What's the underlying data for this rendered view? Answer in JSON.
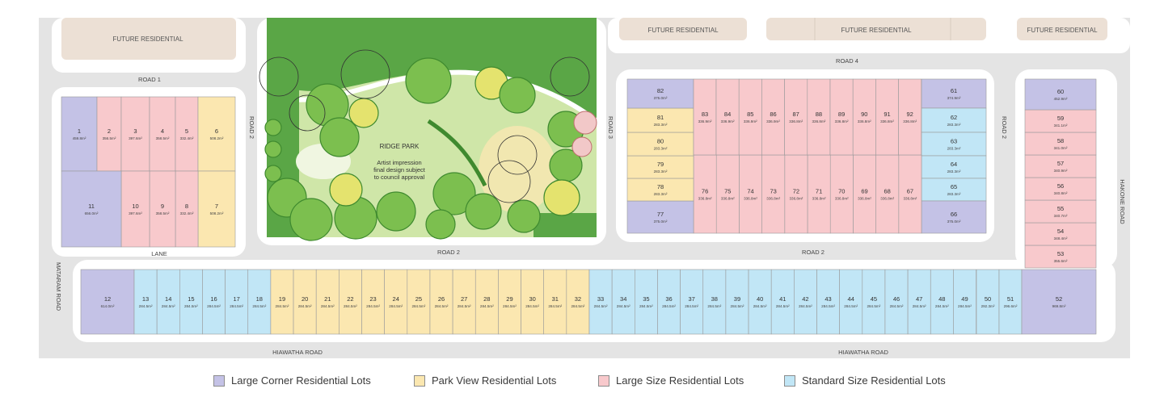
{
  "colors": {
    "large_corner": "#c4c2e6",
    "park_view": "#fbe7b0",
    "large_size": "#f8c9cc",
    "standard": "#c1e6f6",
    "future": "#ece0d5",
    "road": "#e4e4e4",
    "verge": "#ffffff",
    "park": "#5aa646",
    "park_light": "#cfe6a8"
  },
  "labels": {
    "future_1": "FUTURE RESIDENTIAL",
    "future_2": "FUTURE RESIDENTIAL",
    "future_3": "FUTURE RESIDENTIAL",
    "future_4": "FUTURE RESIDENTIAL",
    "road1": "ROAD 1",
    "road2_left": "ROAD 2",
    "road2_bottom_a": "ROAD 2",
    "road2_bottom_b": "ROAD 2",
    "road2_right": "ROAD 2",
    "road3": "ROAD 3",
    "road4": "ROAD 4",
    "lane": "LANE",
    "mataram": "MATARAM ROAD",
    "hakone": "HAKONE ROAD",
    "hiawatha_a": "HIAWATHA ROAD",
    "hiawatha_b": "HIAWATHA ROAD",
    "park_name": "RIDGE PARK",
    "park_note_1": "Artist impression",
    "park_note_2": "final design subject",
    "park_note_3": "to council approval"
  },
  "lots": [
    {
      "n": "1",
      "area": "459.8m²",
      "type": "large_corner"
    },
    {
      "n": "2",
      "area": "356.5m²",
      "type": "large_size"
    },
    {
      "n": "3",
      "area": "397.6m²",
      "type": "large_size"
    },
    {
      "n": "4",
      "area": "358.5m²",
      "type": "large_size"
    },
    {
      "n": "5",
      "area": "332.4m²",
      "type": "large_size"
    },
    {
      "n": "6",
      "area": "508.2m²",
      "type": "park_view"
    },
    {
      "n": "7",
      "area": "508.2m²",
      "type": "park_view"
    },
    {
      "n": "8",
      "area": "332.4m²",
      "type": "large_size"
    },
    {
      "n": "9",
      "area": "358.5m²",
      "type": "large_size"
    },
    {
      "n": "10",
      "area": "397.6m²",
      "type": "large_size"
    },
    {
      "n": "11",
      "area": "656.0m²",
      "type": "large_corner"
    },
    {
      "n": "12",
      "area": "614.0m²",
      "type": "large_corner"
    },
    {
      "n": "13",
      "area": "284.5m²",
      "type": "standard"
    },
    {
      "n": "14",
      "area": "284.5m²",
      "type": "standard"
    },
    {
      "n": "15",
      "area": "284.5m²",
      "type": "standard"
    },
    {
      "n": "16",
      "area": "284.5m²",
      "type": "standard"
    },
    {
      "n": "17",
      "area": "284.5m²",
      "type": "standard"
    },
    {
      "n": "18",
      "area": "284.5m²",
      "type": "standard"
    },
    {
      "n": "19",
      "area": "284.5m²",
      "type": "park_view"
    },
    {
      "n": "20",
      "area": "284.5m²",
      "type": "park_view"
    },
    {
      "n": "21",
      "area": "284.5m²",
      "type": "park_view"
    },
    {
      "n": "22",
      "area": "284.5m²",
      "type": "park_view"
    },
    {
      "n": "23",
      "area": "284.5m²",
      "type": "park_view"
    },
    {
      "n": "24",
      "area": "284.5m²",
      "type": "park_view"
    },
    {
      "n": "25",
      "area": "284.5m²",
      "type": "park_view"
    },
    {
      "n": "26",
      "area": "284.5m²",
      "type": "park_view"
    },
    {
      "n": "27",
      "area": "284.5m²",
      "type": "park_view"
    },
    {
      "n": "28",
      "area": "284.5m²",
      "type": "park_view"
    },
    {
      "n": "29",
      "area": "284.5m²",
      "type": "park_view"
    },
    {
      "n": "30",
      "area": "284.5m²",
      "type": "park_view"
    },
    {
      "n": "31",
      "area": "284.5m²",
      "type": "park_view"
    },
    {
      "n": "32",
      "area": "284.5m²",
      "type": "park_view"
    },
    {
      "n": "33",
      "area": "284.5m²",
      "type": "standard"
    },
    {
      "n": "34",
      "area": "284.5m²",
      "type": "standard"
    },
    {
      "n": "35",
      "area": "284.5m²",
      "type": "standard"
    },
    {
      "n": "36",
      "area": "284.5m²",
      "type": "standard"
    },
    {
      "n": "37",
      "area": "284.5m²",
      "type": "standard"
    },
    {
      "n": "38",
      "area": "284.5m²",
      "type": "standard"
    },
    {
      "n": "39",
      "area": "284.5m²",
      "type": "standard"
    },
    {
      "n": "40",
      "area": "284.5m²",
      "type": "standard"
    },
    {
      "n": "41",
      "area": "284.5m²",
      "type": "standard"
    },
    {
      "n": "42",
      "area": "284.5m²",
      "type": "standard"
    },
    {
      "n": "43",
      "area": "284.5m²",
      "type": "standard"
    },
    {
      "n": "44",
      "area": "284.5m²",
      "type": "standard"
    },
    {
      "n": "45",
      "area": "284.5m²",
      "type": "standard"
    },
    {
      "n": "46",
      "area": "284.5m²",
      "type": "standard"
    },
    {
      "n": "47",
      "area": "284.5m²",
      "type": "standard"
    },
    {
      "n": "48",
      "area": "284.5m²",
      "type": "standard"
    },
    {
      "n": "49",
      "area": "284.5m²",
      "type": "standard"
    },
    {
      "n": "50",
      "area": "292.3m²",
      "type": "standard"
    },
    {
      "n": "51",
      "area": "296.6m²",
      "type": "standard"
    },
    {
      "n": "52",
      "area": "969.8m²",
      "type": "large_corner"
    },
    {
      "n": "53",
      "area": "355.6m²",
      "type": "large_size"
    },
    {
      "n": "54",
      "area": "348.4m²",
      "type": "large_size"
    },
    {
      "n": "55",
      "area": "340.7m²",
      "type": "large_size"
    },
    {
      "n": "56",
      "area": "340.8m²",
      "type": "large_size"
    },
    {
      "n": "57",
      "area": "340.9m²",
      "type": "large_size"
    },
    {
      "n": "58",
      "area": "341.0m²",
      "type": "large_size"
    },
    {
      "n": "59",
      "area": "341.1m²",
      "type": "large_size"
    },
    {
      "n": "60",
      "area": "452.9m²",
      "type": "large_corner"
    },
    {
      "n": "61",
      "area": "374.9m²",
      "type": "large_corner"
    },
    {
      "n": "62",
      "area": "283.3m²",
      "type": "standard"
    },
    {
      "n": "63",
      "area": "283.3m²",
      "type": "standard"
    },
    {
      "n": "64",
      "area": "283.3m²",
      "type": "standard"
    },
    {
      "n": "65",
      "area": "283.3m²",
      "type": "standard"
    },
    {
      "n": "66",
      "area": "375.0m²",
      "type": "large_corner"
    },
    {
      "n": "67",
      "area": "336.8m²",
      "type": "large_size"
    },
    {
      "n": "68",
      "area": "336.8m²",
      "type": "large_size"
    },
    {
      "n": "69",
      "area": "336.8m²",
      "type": "large_size"
    },
    {
      "n": "70",
      "area": "336.8m²",
      "type": "large_size"
    },
    {
      "n": "71",
      "area": "336.8m²",
      "type": "large_size"
    },
    {
      "n": "72",
      "area": "336.8m²",
      "type": "large_size"
    },
    {
      "n": "73",
      "area": "336.8m²",
      "type": "large_size"
    },
    {
      "n": "74",
      "area": "336.8m²",
      "type": "large_size"
    },
    {
      "n": "75",
      "area": "336.8m²",
      "type": "large_size"
    },
    {
      "n": "76",
      "area": "336.8m²",
      "type": "large_size"
    },
    {
      "n": "77",
      "area": "375.0m²",
      "type": "large_corner"
    },
    {
      "n": "78",
      "area": "283.3m²",
      "type": "park_view"
    },
    {
      "n": "79",
      "area": "283.3m²",
      "type": "park_view"
    },
    {
      "n": "80",
      "area": "283.3m²",
      "type": "park_view"
    },
    {
      "n": "81",
      "area": "283.3m²",
      "type": "park_view"
    },
    {
      "n": "82",
      "area": "375.0m²",
      "type": "large_corner"
    },
    {
      "n": "83",
      "area": "336.9m²",
      "type": "large_size"
    },
    {
      "n": "84",
      "area": "336.9m²",
      "type": "large_size"
    },
    {
      "n": "85",
      "area": "336.9m²",
      "type": "large_size"
    },
    {
      "n": "86",
      "area": "336.9m²",
      "type": "large_size"
    },
    {
      "n": "87",
      "area": "336.8m²",
      "type": "large_size"
    },
    {
      "n": "88",
      "area": "336.8m²",
      "type": "large_size"
    },
    {
      "n": "89",
      "area": "336.8m²",
      "type": "large_size"
    },
    {
      "n": "90",
      "area": "336.8m²",
      "type": "large_size"
    },
    {
      "n": "91",
      "area": "336.8m²",
      "type": "large_size"
    },
    {
      "n": "92",
      "area": "336.8m²",
      "type": "large_size"
    }
  ],
  "legend": [
    {
      "label": "Large Corner Residential Lots",
      "type": "large_corner"
    },
    {
      "label": "Park View Residential Lots",
      "type": "park_view"
    },
    {
      "label": "Large Size Residential Lots",
      "type": "large_size"
    },
    {
      "label": "Standard Size Residential Lots",
      "type": "standard"
    }
  ]
}
